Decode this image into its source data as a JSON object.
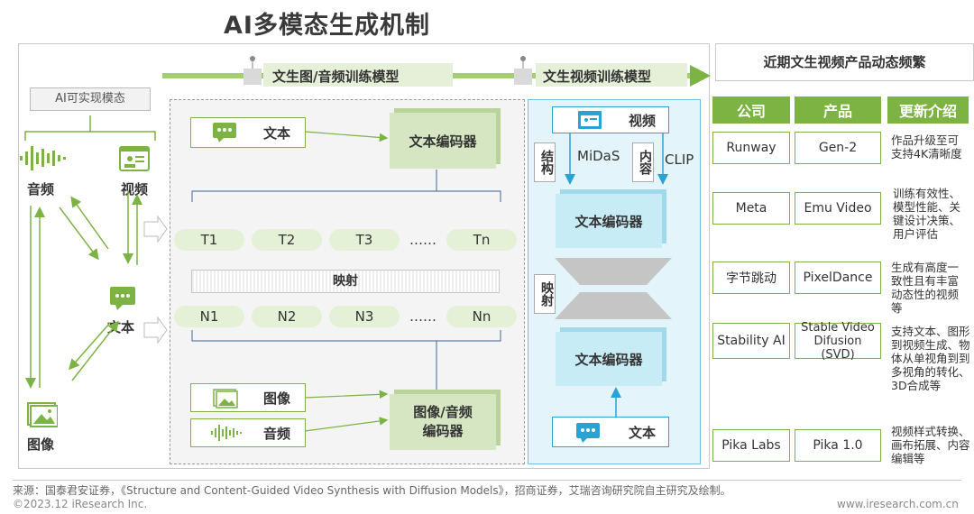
{
  "title": "AI多模态生成机制",
  "left": {
    "modes_label": "AI可实现模态",
    "audio": "音频",
    "video": "视频",
    "text": "文本",
    "image": "图像"
  },
  "center": {
    "header": "文生图/音频训练模型",
    "text_input": "文本",
    "text_encoder": "文本编码器",
    "t_tokens": [
      "T1",
      "T2",
      "T3",
      "……",
      "Tn"
    ],
    "mapping": "映射",
    "n_tokens": [
      "N1",
      "N2",
      "N3",
      "……",
      "Nn"
    ],
    "image_input": "图像",
    "audio_input": "音频",
    "media_encoder_l1": "图像/音频",
    "media_encoder_l2": "编码器"
  },
  "right": {
    "header": "文生视频训练模型",
    "video_input": "视频",
    "structure": "结构",
    "midas": "MiDaS",
    "content": "内容",
    "clip": "CLIP",
    "encoder_top": "文本编码器",
    "mapping": "映射",
    "encoder_bottom": "文本编码器",
    "text_input": "文本"
  },
  "table": {
    "title": "近期文生视频产品动态频繁",
    "headers": [
      "公司",
      "产品",
      "更新介绍"
    ],
    "rows": [
      {
        "company": "Runway",
        "product": "Gen-2",
        "desc": "作品升级至可支持4K清晰度"
      },
      {
        "company": "Meta",
        "product": "Emu Video",
        "desc": "训练有效性、模型性能、关键设计决策、用户评估"
      },
      {
        "company": "字节跳动",
        "product": "PixelDance",
        "desc": "生成有高度一致性且有丰富动态性的视频等"
      },
      {
        "company": "Stability AI",
        "product": "Stable Video Difusion (SVD)",
        "desc": "支持文本、图形到视频生成、物体从单视角到到多视角的转化、3D合成等"
      },
      {
        "company": "Pika Labs",
        "product": "Pika 1.0",
        "desc": "视频样式转换、画布拓展、内容编辑等"
      }
    ]
  },
  "footer": {
    "source": "来源：国泰君安证券，《Structure and Content-Guided Video Synthesis with Diffusion Models》，招商证券，艾瑞咨询研究院自主研究及绘制。",
    "copyright": "©2023.12 iResearch Inc.",
    "url": "www.iresearch.com.cn"
  },
  "colors": {
    "green": "#7cb342",
    "blue": "#29a3d6",
    "light_green": "#e4f1d6"
  }
}
